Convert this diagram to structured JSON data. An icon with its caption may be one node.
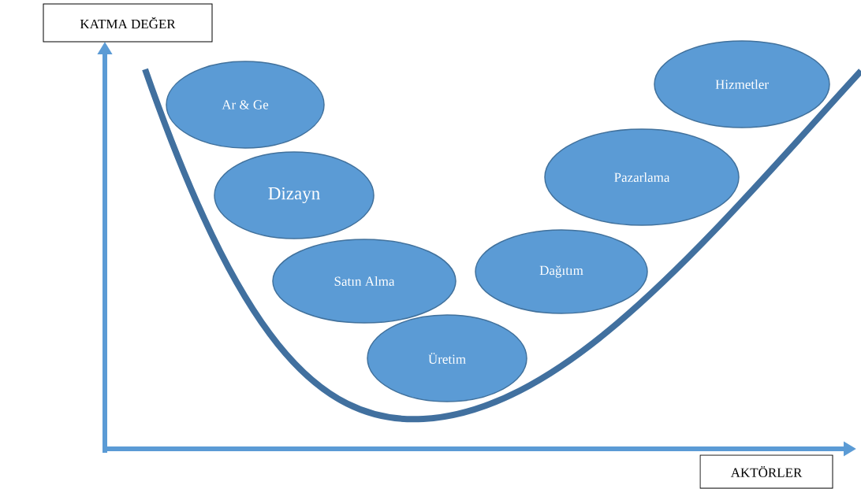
{
  "diagram": {
    "nodes": [
      {
        "text": [
          "KATMA DEĞER"
        ]
      },
      {
        "text": [
          "Ar & Ge"
        ]
      },
      {
        "text": [
          "Hizmetler"
        ]
      },
      {
        "text": [
          "Dizayn"
        ]
      },
      {
        "text": [
          "Pazarlama"
        ]
      },
      {
        "text": [
          "Satın Alma"
        ]
      },
      {
        "text": [
          "Dağıtım"
        ]
      },
      {
        "text": [
          "Üretim"
        ]
      },
      {
        "text": [
          "AKTÖRLER"
        ]
      }
    ]
  }
}
